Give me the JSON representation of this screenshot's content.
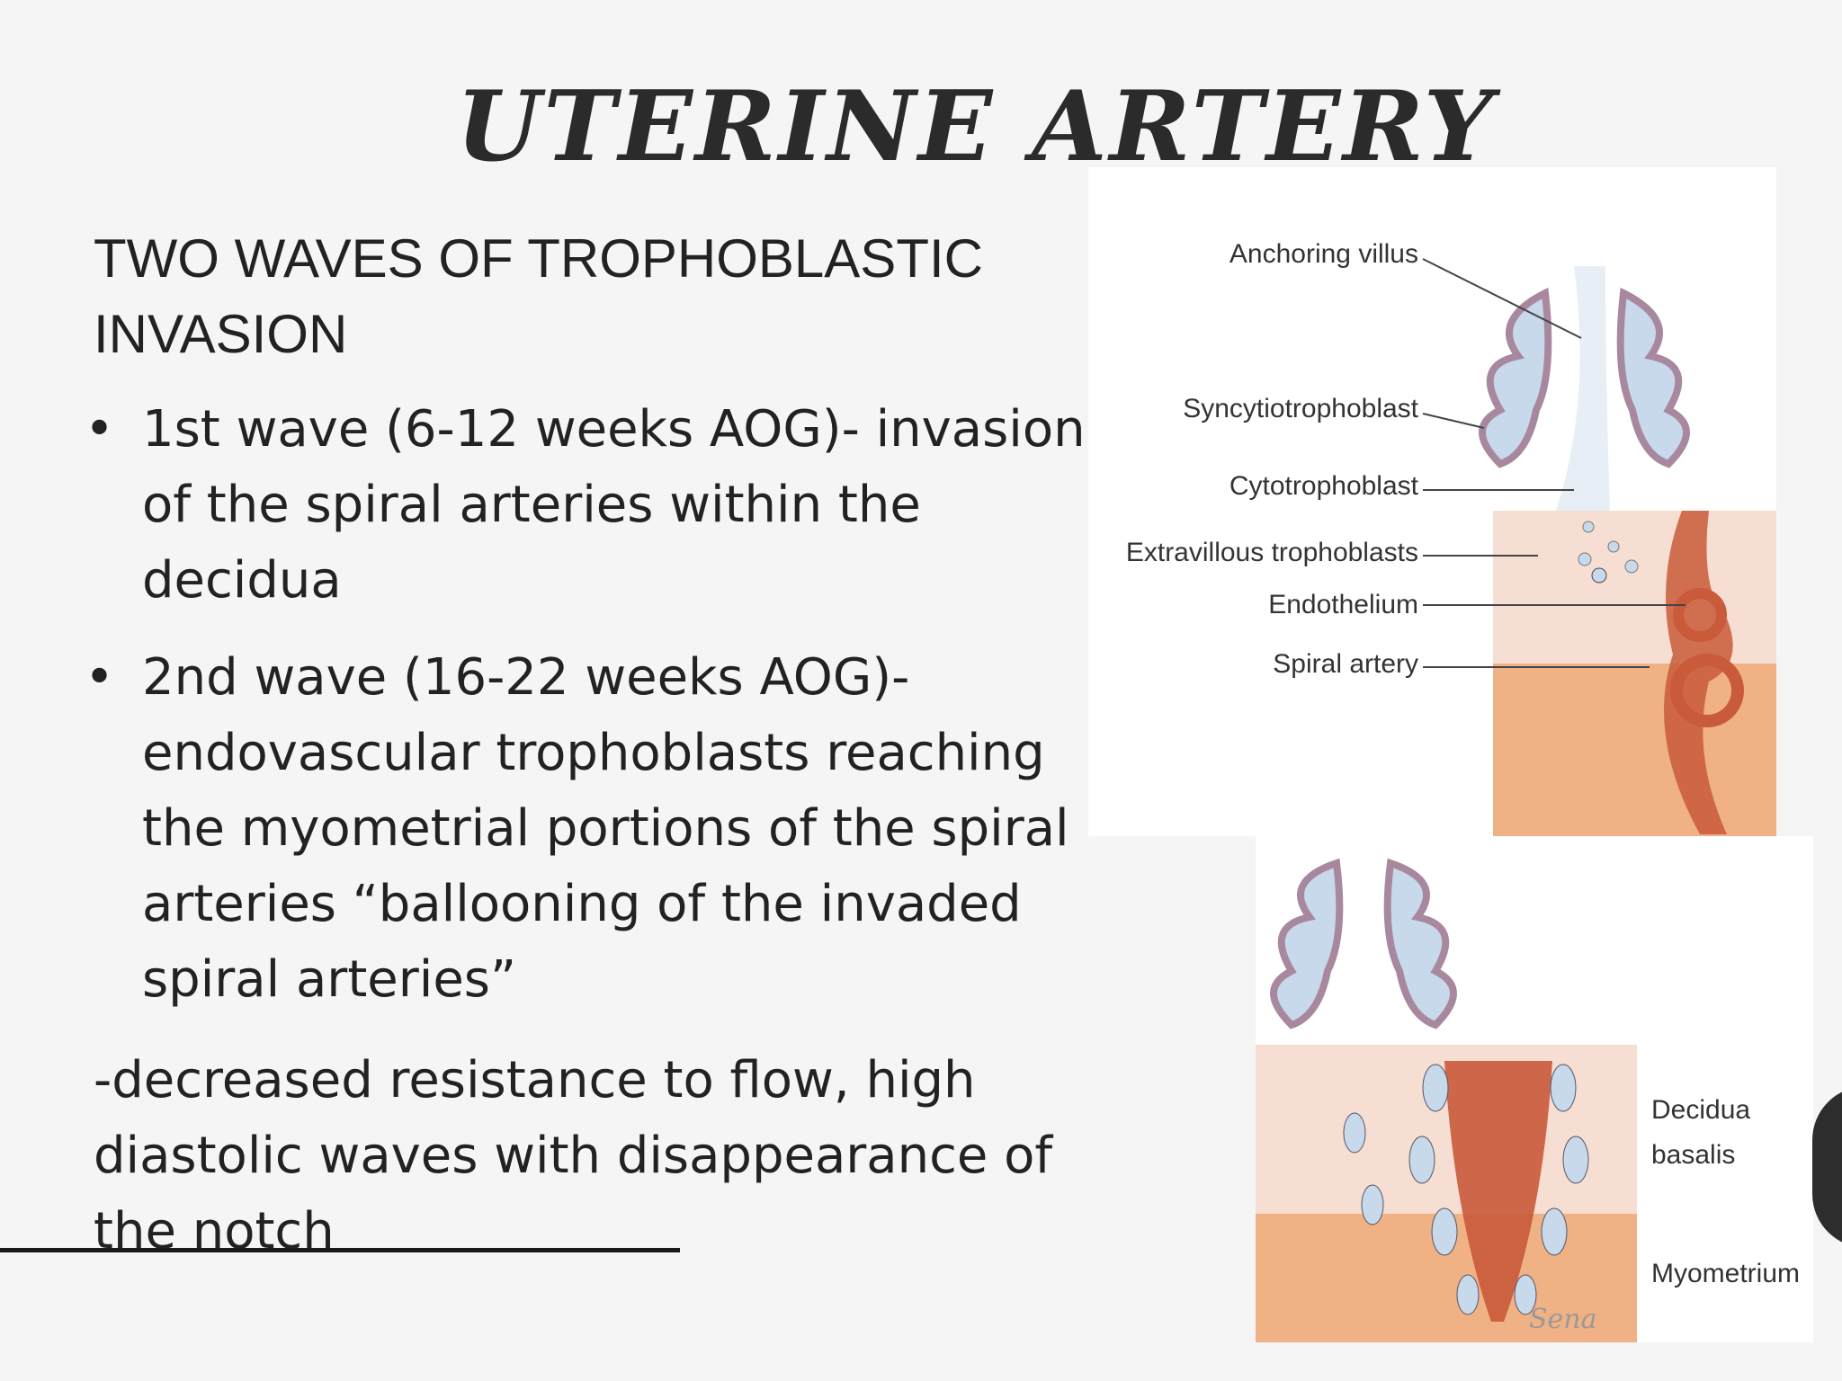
{
  "slide": {
    "title": "UTERINE ARTERY",
    "heading_line1": "TWO WAVES OF TROPHOBLASTIC",
    "heading_line2": "INVASION",
    "bullets": [
      "1st wave (6-12 weeks AOG)- invasion of the spiral arteries within the decidua",
      "2nd wave (16-22 weeks AOG)- endovascular trophoblasts reaching the myometrial portions of the spiral arteries “ballooning of the invaded spiral arteries”"
    ],
    "note": "-decreased resistance to flow, high diastolic waves  with disappearance of the notch",
    "bullet_symbol": "•"
  },
  "figure_top": {
    "labels": {
      "anchoring_villus": "Anchoring villus",
      "syncytiotrophoblast": "Syncytiotrophoblast",
      "cytotrophoblast": "Cytotrophoblast",
      "extravillous": "Extravillous trophoblasts",
      "endothelium": "Endothelium",
      "spiral_artery": "Spiral artery"
    }
  },
  "figure_bottom": {
    "labels": {
      "decidua_line1": "Decidua",
      "decidua_line2": "basalis",
      "myometrium": "Myometrium"
    },
    "signature": "Sena"
  },
  "colors": {
    "background": "#f5f5f5",
    "decidua": "#f7ded2",
    "myometrium": "#f0b184",
    "artery": "#c95a3a",
    "villus": "#c7d9ea",
    "syncytio": "#a8889e"
  }
}
